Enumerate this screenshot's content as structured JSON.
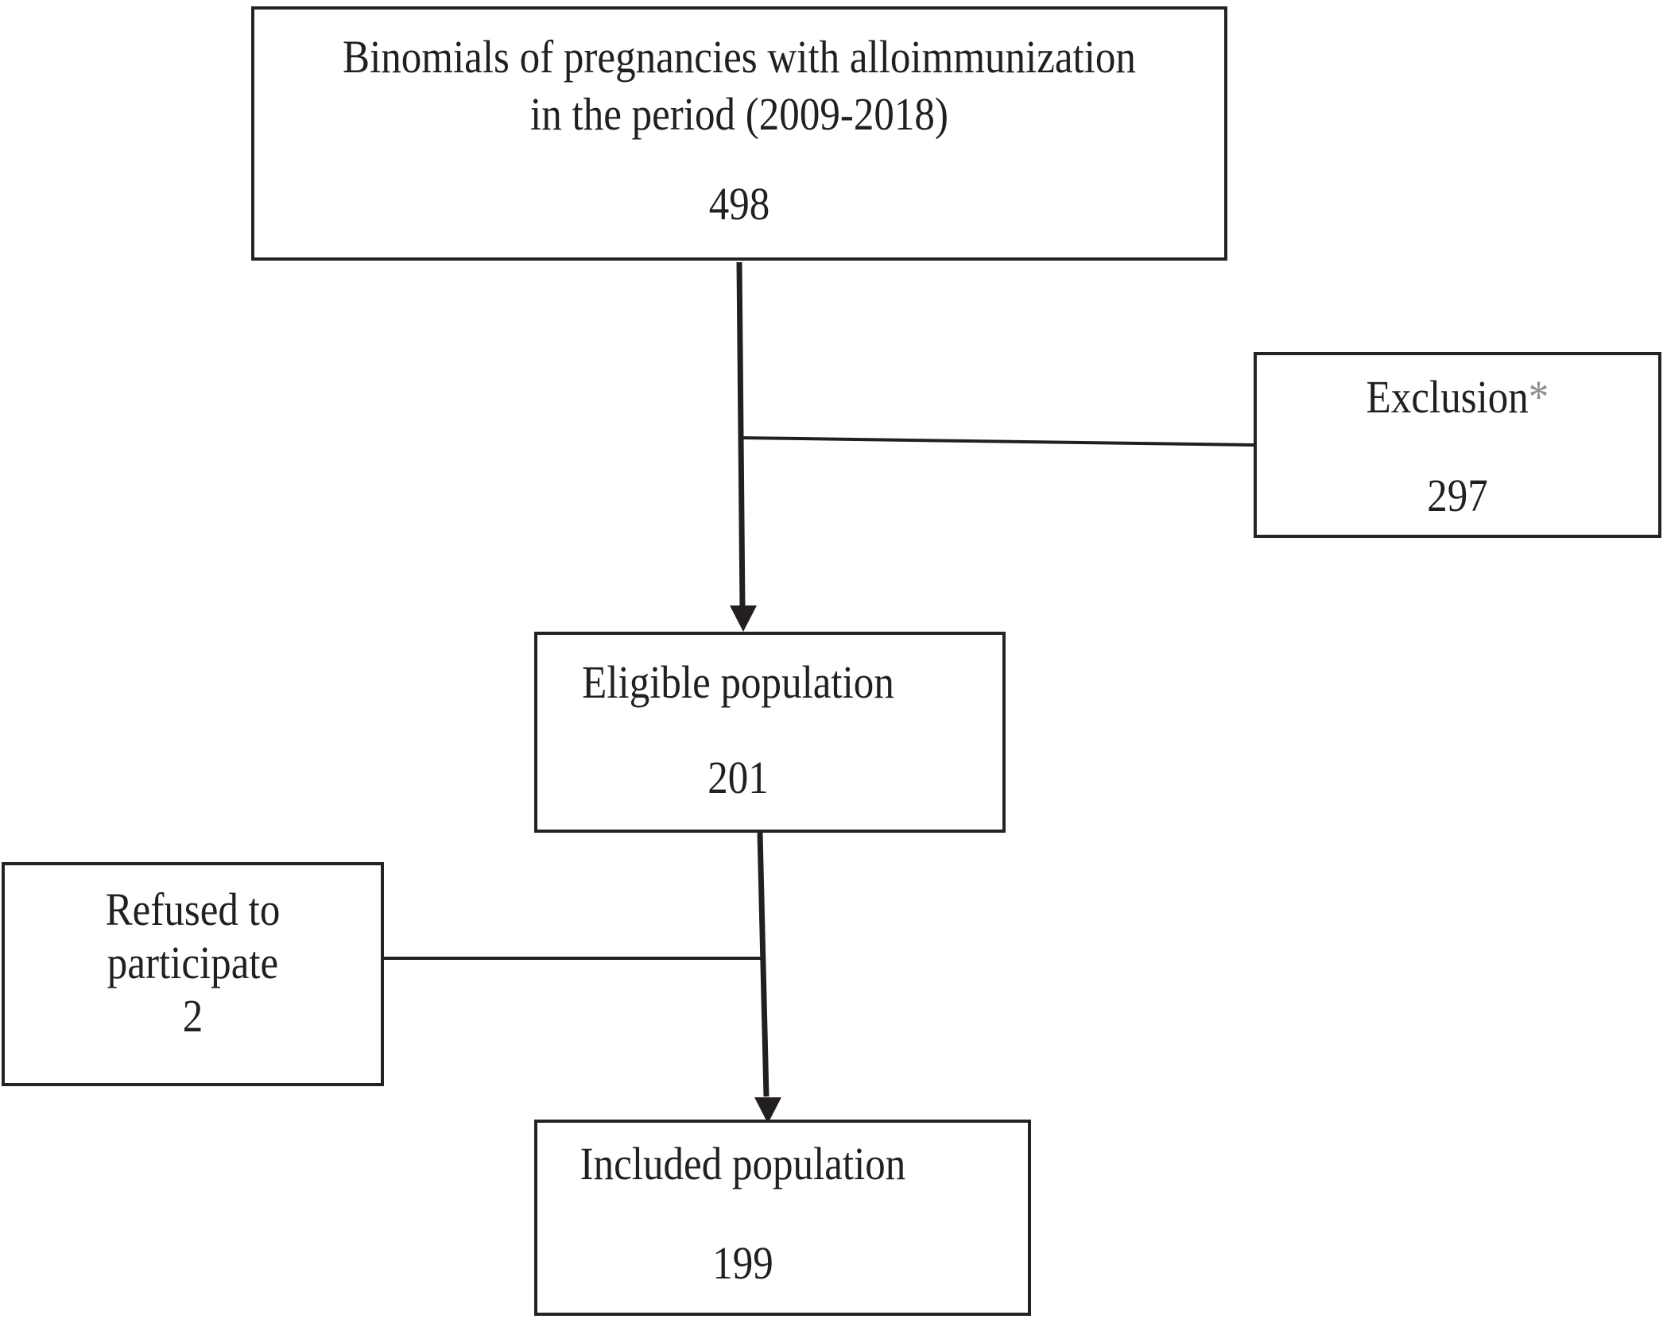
{
  "boxes": {
    "source": {
      "title_line1": "Binomials of pregnancies with alloimmunization",
      "title_line2": "in the period (2009-2018)",
      "count": "498"
    },
    "exclusion": {
      "label": "Exclusion",
      "asterisk": "*",
      "count": "297"
    },
    "eligible": {
      "label": "Eligible population",
      "count": "201"
    },
    "refused": {
      "label_line1": "Refused to",
      "label_line2": "participate",
      "count": "2"
    },
    "included": {
      "label": "Included population",
      "count": "199"
    }
  },
  "colors": {
    "text": "#231f20",
    "border": "#262223",
    "connector": "#231f20",
    "asterisk_gray": "#8e8e90",
    "background": "#ffffff"
  }
}
